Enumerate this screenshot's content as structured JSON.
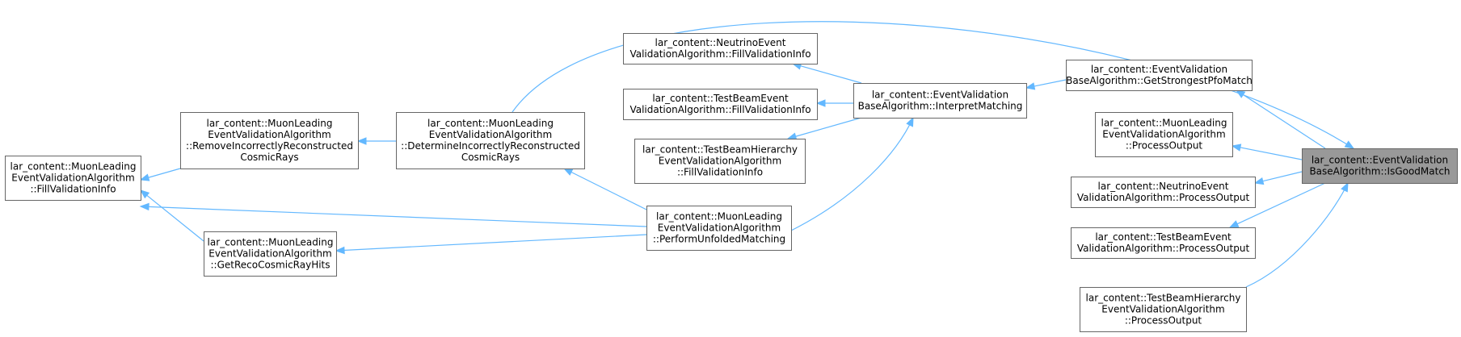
{
  "nodes": [
    {
      "id": "fill-muon",
      "lines": [
        "lar_content::MuonLeading",
        "EventValidationAlgorithm",
        "::FillValidationInfo"
      ]
    },
    {
      "id": "remove-incorrect",
      "lines": [
        "lar_content::MuonLeading",
        "EventValidationAlgorithm",
        "::RemoveIncorrectlyReconstructed",
        "CosmicRays"
      ]
    },
    {
      "id": "get-reco-cosmic",
      "lines": [
        "lar_content::MuonLeading",
        "EventValidationAlgorithm",
        "::GetRecoCosmicRayHits"
      ]
    },
    {
      "id": "determine-incorrect",
      "lines": [
        "lar_content::MuonLeading",
        "EventValidationAlgorithm",
        "::DetermineIncorrectlyReconstructed",
        "CosmicRays"
      ]
    },
    {
      "id": "perform-unfolded",
      "lines": [
        "lar_content::MuonLeading",
        "EventValidationAlgorithm",
        "::PerformUnfoldedMatching"
      ]
    },
    {
      "id": "fill-neutrino",
      "lines": [
        "lar_content::NeutrinoEvent",
        "ValidationAlgorithm::FillValidationInfo"
      ]
    },
    {
      "id": "fill-testbeam",
      "lines": [
        "lar_content::TestBeamEvent",
        "ValidationAlgorithm::FillValidationInfo"
      ]
    },
    {
      "id": "fill-testbeam-hier",
      "lines": [
        "lar_content::TestBeamHierarchy",
        "EventValidationAlgorithm",
        "::FillValidationInfo"
      ]
    },
    {
      "id": "interpret-matching",
      "lines": [
        "lar_content::EventValidation",
        "BaseAlgorithm::InterpretMatching"
      ]
    },
    {
      "id": "get-strongest",
      "lines": [
        "lar_content::EventValidation",
        "BaseAlgorithm::GetStrongestPfoMatch"
      ]
    },
    {
      "id": "process-muon",
      "lines": [
        "lar_content::MuonLeading",
        "EventValidationAlgorithm",
        "::ProcessOutput"
      ]
    },
    {
      "id": "process-neutrino",
      "lines": [
        "lar_content::NeutrinoEvent",
        "ValidationAlgorithm::ProcessOutput"
      ]
    },
    {
      "id": "process-testbeam",
      "lines": [
        "lar_content::TestBeamEvent",
        "ValidationAlgorithm::ProcessOutput"
      ]
    },
    {
      "id": "process-testbeam-hier",
      "lines": [
        "lar_content::TestBeamHierarchy",
        "EventValidationAlgorithm",
        "::ProcessOutput"
      ]
    },
    {
      "id": "is-good-match",
      "lines": [
        "lar_content::EventValidation",
        "BaseAlgorithm::IsGoodMatch"
      ],
      "highlight": true
    }
  ],
  "edges": [
    {
      "from": "remove-incorrect",
      "to": "fill-muon"
    },
    {
      "from": "get-reco-cosmic",
      "to": "fill-muon"
    },
    {
      "from": "perform-unfolded",
      "to": "fill-muon"
    },
    {
      "from": "determine-incorrect",
      "to": "remove-incorrect"
    },
    {
      "from": "perform-unfolded",
      "to": "determine-incorrect"
    },
    {
      "from": "perform-unfolded",
      "to": "get-reco-cosmic"
    },
    {
      "from": "interpret-matching",
      "to": "perform-unfolded"
    },
    {
      "from": "interpret-matching",
      "to": "fill-neutrino"
    },
    {
      "from": "interpret-matching",
      "to": "fill-testbeam"
    },
    {
      "from": "interpret-matching",
      "to": "fill-testbeam-hier"
    },
    {
      "from": "get-strongest",
      "to": "interpret-matching"
    },
    {
      "from": "is-good-match",
      "to": "get-strongest"
    },
    {
      "from": "is-good-match",
      "to": "process-muon"
    },
    {
      "from": "is-good-match",
      "to": "process-neutrino"
    },
    {
      "from": "is-good-match",
      "to": "process-testbeam"
    },
    {
      "from": "is-good-match",
      "to": "process-testbeam-hier"
    },
    {
      "from": "is-good-match",
      "to": "determine-incorrect"
    }
  ],
  "colors": {
    "edge": "#63b8ff",
    "node_border": "#666666",
    "node_fill": "#ffffff",
    "highlight_fill": "#999999",
    "text": "#000000"
  }
}
